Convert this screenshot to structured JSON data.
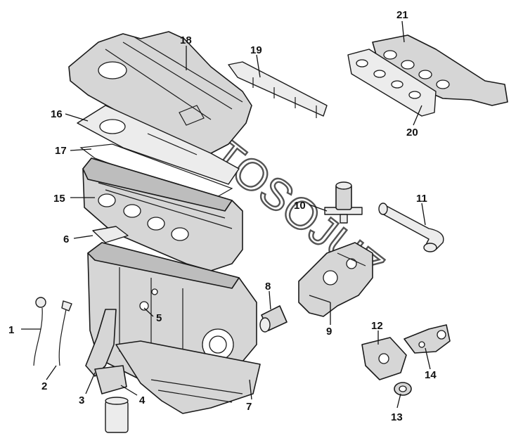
{
  "diagram": {
    "watermark": "AVTOSOJUZ",
    "callouts": {
      "c1": "1",
      "c2": "2",
      "c3": "3",
      "c4": "4",
      "c5": "5",
      "c6": "6",
      "c7": "7",
      "c8": "8",
      "c9": "9",
      "c10": "10",
      "c11": "11",
      "c12": "12",
      "c13": "13",
      "c14": "14",
      "c15": "15",
      "c16": "16",
      "c17": "17",
      "c18": "18",
      "c19": "19",
      "c20": "20",
      "c21": "21"
    }
  }
}
